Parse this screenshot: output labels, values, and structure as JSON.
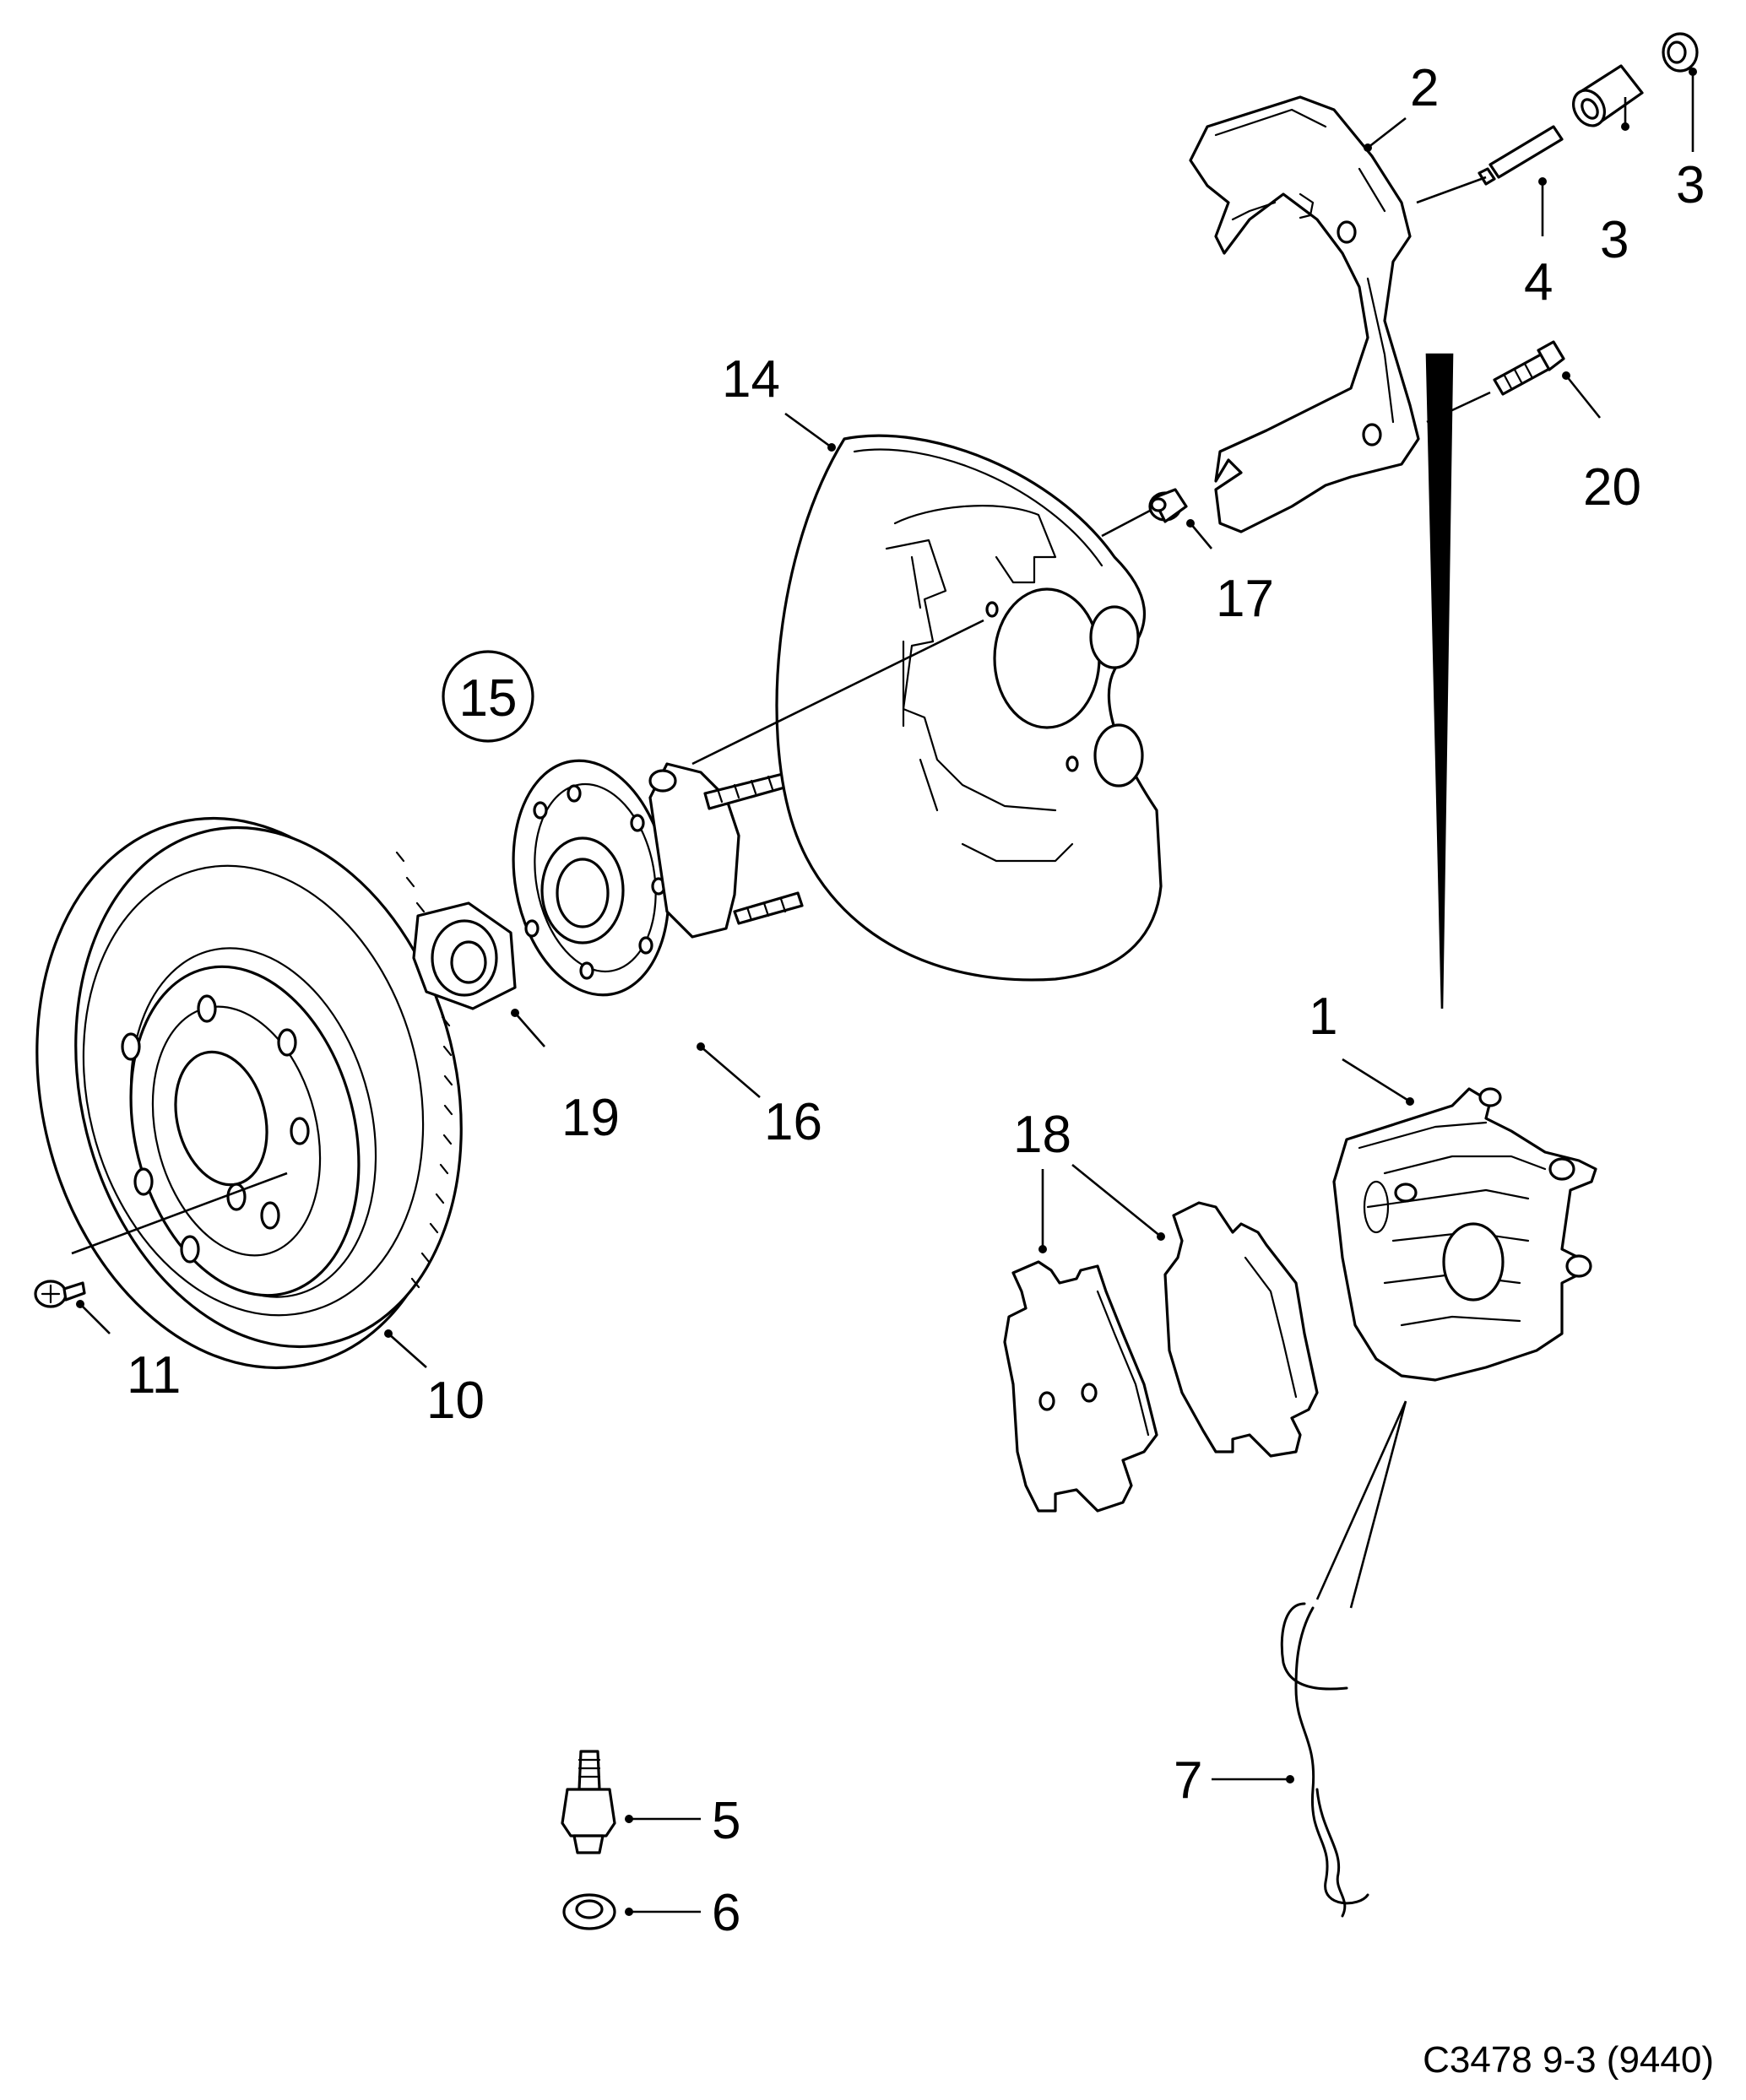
{
  "figure": {
    "reference": "C3478 9-3 (9440)"
  },
  "callouts": {
    "c1": "1",
    "c2": "2",
    "c3a": "3",
    "c3b": "3",
    "c4": "4",
    "c5": "5",
    "c6": "6",
    "c7": "7",
    "c10": "10",
    "c11": "11",
    "c14": "14",
    "c15": "15",
    "c16": "16",
    "c17": "17",
    "c18": "18",
    "c19": "19",
    "c20": "20"
  },
  "colors": {
    "line": "#000000",
    "background": "#ffffff"
  }
}
